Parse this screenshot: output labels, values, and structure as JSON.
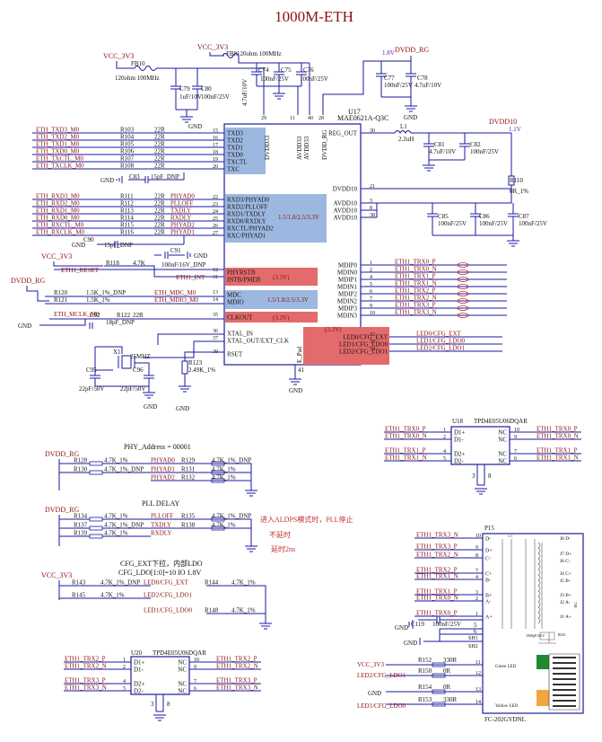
{
  "title": "1000M-ETH",
  "u17": {
    "ref": "U17",
    "part": "MAE0621A-Q3C",
    "pins_left": [
      {
        "num": "15",
        "name": "TXD3",
        "net": "ETH_TXD3_M0",
        "res": "R103",
        "val": "22R"
      },
      {
        "num": "16",
        "name": "TXD2",
        "net": "ETH_TXD2_M0",
        "res": "R104",
        "val": "22R"
      },
      {
        "num": "17",
        "name": "TXD1",
        "net": "ETH_TXD1_M0",
        "res": "R105",
        "val": "22R"
      },
      {
        "num": "18",
        "name": "TXD0",
        "net": "ETH_TXD0_M0",
        "res": "R106",
        "val": "22R"
      },
      {
        "num": "19",
        "name": "TXCTL",
        "net": "ETH_TXCTL_M0",
        "res": "R107",
        "val": "22R"
      },
      {
        "num": "20",
        "name": "TXC",
        "net": "ETH_TXCLK_M0",
        "res": "R108",
        "val": "22R"
      },
      {
        "num": "22",
        "name": "RXD3/PHYAD0",
        "net": "ETH_RXD3_M0",
        "res": "R111",
        "val": "22R",
        "strap": "PHYAD0"
      },
      {
        "num": "23",
        "name": "RXD2/PLLOFF",
        "net": "ETH_RXD2_M0",
        "res": "R112",
        "val": "22R",
        "strap": "PLLOFF"
      },
      {
        "num": "24",
        "name": "RXD1/TXDLY",
        "net": "ETH_RXD1_M0",
        "res": "R113",
        "val": "22R",
        "strap": "TXDLY"
      },
      {
        "num": "25",
        "name": "RXD0/RXDLY",
        "net": "ETH_RXD0_M0",
        "res": "R114",
        "val": "22R",
        "strap": "RXDLY"
      },
      {
        "num": "26",
        "name": "RXCTL/PHYAD2",
        "net": "ETH_RXCTL_M0",
        "res": "R115",
        "val": "22R",
        "strap": "PHYAD2"
      },
      {
        "num": "27",
        "name": "RXC/PHYAD1",
        "net": "ETH_RXCLK_M0",
        "res": "R116",
        "val": "22R",
        "strap": "PHYAD1"
      },
      {
        "num": "12",
        "name": "PHYRSTB"
      },
      {
        "num": "31",
        "name": "INTB/PMEB"
      },
      {
        "num": "13",
        "name": "MDC"
      },
      {
        "num": "14",
        "name": "MDIO"
      },
      {
        "num": "35",
        "name": "CLKOUT"
      },
      {
        "num": "36",
        "name": "XTAL_IN"
      },
      {
        "num": "37",
        "name": "XTAL_OUT/EXT_CLK"
      },
      {
        "num": "39",
        "name": "RSET"
      }
    ],
    "rgmii_voltage": "1.5/1.8/2.5/3.3V",
    "mdio_voltage": "1.5/1.8/2.5/3.3V",
    "io_3v3": "(3.3V)",
    "top_pins": [
      {
        "num": "29",
        "name": "DVDD33"
      },
      {
        "num": "11",
        "name": "AVDD33"
      },
      {
        "num": "40",
        "name": "AVDD33"
      },
      {
        "num": "28",
        "name": "DVDD_RG"
      }
    ],
    "right_pins": [
      {
        "num": "30",
        "name": "REG_OUT"
      },
      {
        "num": "21",
        "name": "DVDD10"
      },
      {
        "num": "3",
        "name": "AVDD10"
      },
      {
        "num": "8",
        "name": "AVDD10"
      },
      {
        "num": "38",
        "name": "AVDD10"
      },
      {
        "num": "1",
        "name": "MDIP0",
        "net": "ETH1_TRX0_P"
      },
      {
        "num": "2",
        "name": "MDIN0",
        "net": "ETH1_TRX0_N"
      },
      {
        "num": "4",
        "name": "MDIP1",
        "net": "ETH1_TRX1_P"
      },
      {
        "num": "5",
        "name": "MDIN1",
        "net": "ETH1_TRX1_N"
      },
      {
        "num": "6",
        "name": "MDIP2",
        "net": "ETH1_TRX2_P"
      },
      {
        "num": "7",
        "name": "MDIN2",
        "net": "ETH1_TRX2_N"
      },
      {
        "num": "9",
        "name": "MDIP3",
        "net": "ETH1_TRX3_P"
      },
      {
        "num": "10",
        "name": "MDIN3",
        "net": "ETH1_TRX3_N"
      },
      {
        "num": "32",
        "name": "LED0/CFG_EXT",
        "net": "LED0/CFG_EXT"
      },
      {
        "num": "33",
        "name": "LED1/CFG_LDO0",
        "net": "LED1/CFG_LDO0"
      },
      {
        "num": "34",
        "name": "LED2/CFG_LDO1",
        "net": "LED2/CFG_LDO1"
      }
    ],
    "epad": {
      "num": "41",
      "name": "E_Pad"
    }
  },
  "nets": {
    "reset": "ETH1_RESET",
    "int": "ETH1_INT",
    "mdc": "ETH_MDC_M0",
    "mdio": "ETH_MDIO_M0",
    "mclk": "ETH_MCLK_M0",
    "vcc": "VCC_3V3",
    "dvdd_rg": "DVDD_RG",
    "dvdd10": "DVDD10",
    "gnd": "GND"
  },
  "passives": {
    "fb10": {
      "ref": "FB10",
      "val": "120ohm 100MHz"
    },
    "fb8": {
      "ref": "FB8",
      "val": "120ohm 100MHz"
    },
    "c79": {
      "ref": "C79",
      "val": "1uF/10V"
    },
    "c80": {
      "ref": "C80",
      "val": "100nF/25V"
    },
    "c74": {
      "ref": "C74",
      "val": "4.7uF/10V"
    },
    "c75": {
      "ref": "C75",
      "val": "100nF/25V"
    },
    "c76": {
      "ref": "C76",
      "val": "100nF/25V"
    },
    "c77": {
      "ref": "C77",
      "val": "100nF/25V"
    },
    "c78": {
      "ref": "C78",
      "val": "4.7uF/10V"
    },
    "l1": {
      "ref": "L1",
      "val": "2.2uH"
    },
    "c81": {
      "ref": "C81",
      "val": "4.7uF/10V"
    },
    "c82": {
      "ref": "C82",
      "val": "100nF/25V"
    },
    "r110": {
      "ref": "R110",
      "val": "0R_1%"
    },
    "c85": {
      "ref": "C85",
      "val": "100nF/25V"
    },
    "c86": {
      "ref": "C86",
      "val": "100nF/25V"
    },
    "c87": {
      "ref": "C87",
      "val": "100nF/25V"
    },
    "c83": {
      "ref": "C83",
      "val": "15pF_DNP"
    },
    "c90": {
      "ref": "C90",
      "val": "15pF_DNP"
    },
    "c91": {
      "ref": "C91",
      "val": "100nF/16V_DNP"
    },
    "r118": {
      "ref": "R118",
      "val": "4.7K"
    },
    "r119": {
      "ref": "R120",
      "val": "1.5K_1%_DNP"
    },
    "r121": {
      "ref": "R121",
      "val": "1.5K_1%"
    },
    "c92": {
      "ref": "C92",
      "val": "18pF_DNP"
    },
    "r122": {
      "ref": "R122",
      "val": "22R"
    },
    "x1": {
      "ref": "X1",
      "val": "25MHZ"
    },
    "c95": {
      "ref": "C95",
      "val": "22pF/50V"
    },
    "c96": {
      "ref": "C96",
      "val": "22pF/50V"
    },
    "r123": {
      "ref": "R123",
      "val": "2.49K_1%"
    }
  },
  "volt_18": "1.8V",
  "volt_11": "1.1V",
  "u18": {
    "ref": "U18",
    "part": "TPD4E05U06DQAR",
    "left": [
      {
        "num": "1",
        "name": "D1+",
        "net": "ETH1_TRX0_P"
      },
      {
        "num": "2",
        "name": "D1-",
        "net": "ETH1_TRX0_N"
      },
      {
        "num": "4",
        "name": "D2+",
        "net": "ETH1_TRX1_P"
      },
      {
        "num": "5",
        "name": "D2-",
        "net": "ETH1_TRX1_N"
      }
    ],
    "right": [
      {
        "num": "10",
        "name": "NC",
        "net": "ETH1_TRX0_P"
      },
      {
        "num": "9",
        "name": "NC",
        "net": "ETH1_TRX0_N"
      },
      {
        "num": "7",
        "name": "NC",
        "net": "ETH1_TRX1_P"
      },
      {
        "num": "6",
        "name": "NC",
        "net": "ETH1_TRX1_N"
      }
    ],
    "gnd_pins": [
      "3",
      "8"
    ]
  },
  "u20": {
    "ref": "U20",
    "part": "TPD4E05U06DQAR",
    "left": [
      {
        "num": "1",
        "name": "D1+",
        "net": "ETH1_TRX2_P"
      },
      {
        "num": "2",
        "name": "D1-",
        "net": "ETH1_TRX2_N"
      },
      {
        "num": "4",
        "name": "D2+",
        "net": "ETH1_TRX3_P"
      },
      {
        "num": "5",
        "name": "D2-",
        "net": "ETH1_TRX3_N"
      }
    ],
    "right": [
      {
        "num": "10",
        "name": "NC",
        "net": "ETH1_TRX2_P"
      },
      {
        "num": "9",
        "name": "NC",
        "net": "ETH1_TRX2_N"
      },
      {
        "num": "7",
        "name": "NC",
        "net": "ETH1_TRX3_P"
      },
      {
        "num": "6",
        "name": "NC",
        "net": "ETH1_TRX3_N"
      }
    ],
    "gnd_pins": [
      "3",
      "8"
    ]
  },
  "phy_address": "PHY_Address = 00001",
  "phyad_straps": [
    {
      "res": "R128",
      "val": "4.7K_1%",
      "strap": "PHYAD0",
      "res2": "R129",
      "val2": "4.7K_1%_DNP"
    },
    {
      "res": "R130",
      "val": "4.7K_1%_DNP",
      "strap": "PHYAD1",
      "res2": "R131",
      "val2": "4.7K_1%"
    },
    {
      "res": "",
      "val": "",
      "strap": "PHYAD2",
      "res2": "R132",
      "val2": "4.7K_1%"
    }
  ],
  "pll_delay": "PLL DELAY",
  "pll_straps": [
    {
      "res": "R134",
      "val": "4.7K_1%",
      "strap": "PLLOFF",
      "res2": "R135",
      "val2": "4.7K_1%_DNP"
    },
    {
      "res": "R137",
      "val": "4.7K_1%_DNP",
      "strap": "TXDLY",
      "res2": "R138",
      "val2": "4.7K_1%"
    },
    {
      "res": "R139",
      "val": "4.7K_1%",
      "strap": "RXDLY",
      "res2": "",
      "": ""
    }
  ],
  "pll_notes": [
    "进入ALDPS模式时，PLL停止",
    "不延时",
    "延时2ns"
  ],
  "cfg_notes": [
    "CFG_EXT下拉，内部LDO",
    "CFG_LDO[1:0]=10  IO 1.8V"
  ],
  "cfg_straps": [
    {
      "res": "R143",
      "val": "4.7K_1%_DNP",
      "strap": "LED0/CFG_EXT",
      "res2": "R144",
      "val2": "4.7K_1%"
    },
    {
      "res": "R145",
      "val": "4.7K_1%",
      "strap": "LED2/CFG_LDO1",
      "res2": "",
      "": ""
    },
    {
      "res": "",
      "val": "",
      "strap": "LED1/CFG_LDO0",
      "res2": "R148",
      "val2": "4.7K_1%"
    }
  ],
  "p15": {
    "ref": "P15",
    "part": "FC-202GYDNL",
    "pins": [
      {
        "num": "10",
        "name": "D-",
        "net": "ETH1_TRX3_N"
      },
      {
        "num": "9",
        "name": "D+",
        "net": "ETH1_TRX3_P"
      },
      {
        "num": "8",
        "name": "C-",
        "net": "ETH1_TRX2_N"
      },
      {
        "num": "7",
        "name": "C+",
        "net": "ETH1_TRX2_P"
      },
      {
        "num": "4",
        "name": "B-",
        "net": "ETH1_TRX1_N"
      },
      {
        "num": "3",
        "name": "B+",
        "net": "ETH1_TRX1_P"
      },
      {
        "num": "2",
        "name": "A-",
        "net": "ETH1_TRX0_N"
      },
      {
        "num": "1",
        "name": "A+",
        "net": "ETH1_TRX0_P"
      }
    ],
    "rj_pins": [
      "J8 D-",
      "J7 D+",
      "J6 C-",
      "J4 C+",
      "J5 B-",
      "J3 B+",
      "J2 A-",
      "J1 A+"
    ],
    "c119": {
      "ref": "C119",
      "val": "100nF/25V"
    },
    "pin5": "5",
    "pin6": "6",
    "sh1": "SH1",
    "sh2": "SH2",
    "leds": [
      {
        "res": "R152",
        "val": "330R",
        "pin": "11",
        "label": "Green LED",
        "net": "VCC_3V3"
      },
      {
        "res": "R150",
        "val": "0R",
        "pin": "12",
        "net": "LED2/CFG_LDO1"
      },
      {
        "res": "R154",
        "val": "0R",
        "pin": "13",
        "net": "GND"
      },
      {
        "res": "R153",
        "val": "330R",
        "pin": "14",
        "label": "Yellow LED",
        "net": "LED1/CFG_LDO0"
      }
    ],
    "small_labels": [
      "1000pF/2KV",
      "RJ45",
      "1:1",
      "75R"
    ]
  }
}
